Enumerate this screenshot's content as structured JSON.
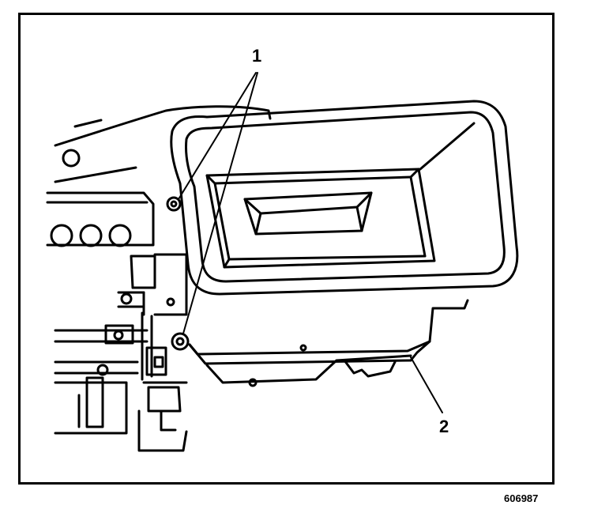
{
  "figure": {
    "callouts": [
      {
        "id": "1",
        "label": "1"
      },
      {
        "id": "2",
        "label": "2"
      }
    ],
    "figure_number": "606987"
  },
  "colors": {
    "line": "#000000",
    "background": "#ffffff"
  }
}
